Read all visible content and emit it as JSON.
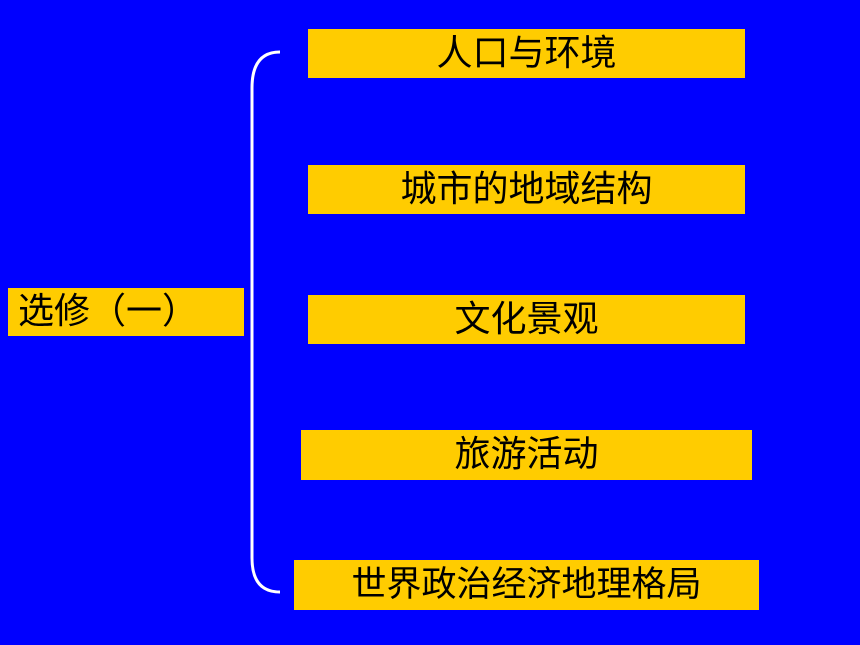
{
  "colors": {
    "background": "#0000ff",
    "box_fill": "#ffcc00",
    "text": "#000000",
    "bracket": "#ffffff"
  },
  "root": {
    "label": "选修（一）"
  },
  "topics": [
    {
      "label": "人口与环境"
    },
    {
      "label": "城市的地域结构"
    },
    {
      "label": "文化景观"
    },
    {
      "label": "旅游活动"
    },
    {
      "label": "世界政治经济地理格局"
    }
  ]
}
